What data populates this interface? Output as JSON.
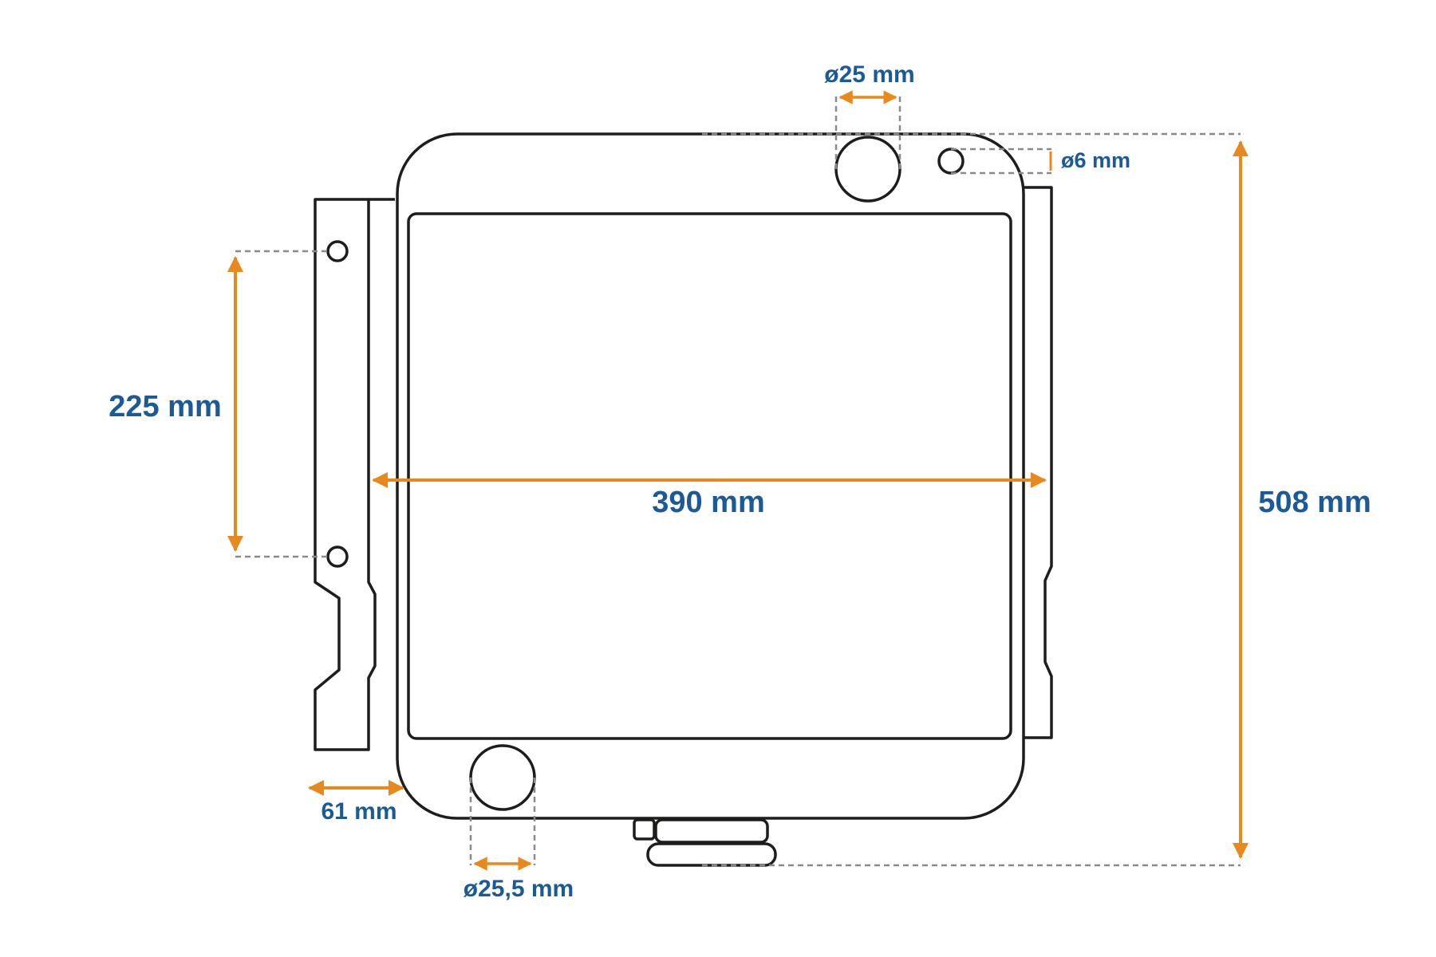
{
  "colors": {
    "outline": "#1d1d1b",
    "dimension_arrow": "#e8891e",
    "dimension_text": "#1c5a97",
    "extension_line": "#8a8a8a"
  },
  "dimensions": {
    "width_label": "390 mm",
    "height_label": "508 mm",
    "mount_spacing_label": "225 mm",
    "depth_label": "61 mm",
    "top_pipe_label": "ø25 mm",
    "bottom_pipe_label": "ø25,5 mm",
    "vent_label": "ø6 mm"
  }
}
